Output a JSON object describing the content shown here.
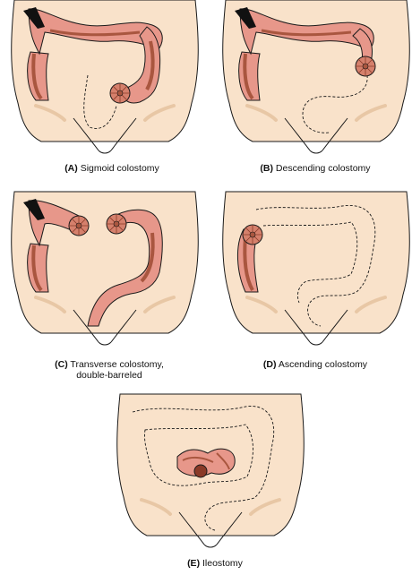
{
  "colors": {
    "skin": "#f9e2ca",
    "skin_shadow": "#eccaa8",
    "colon_fill": "#e7978a",
    "colon_light": "#f3beb2",
    "colon_dark": "#a9563f",
    "stoma": "#d5806c",
    "outline": "#1a1a1a",
    "black_clamp": "#111111"
  },
  "panels": [
    {
      "letter": "(A)",
      "text": "Sigmoid colostomy"
    },
    {
      "letter": "(B)",
      "text": "Descending colostomy"
    },
    {
      "letter": "(C)",
      "text": "Transverse colostomy,",
      "text2": "double-barreled"
    },
    {
      "letter": "(D)",
      "text": "Ascending colostomy"
    },
    {
      "letter": "(E)",
      "text": "Ileostomy"
    }
  ]
}
